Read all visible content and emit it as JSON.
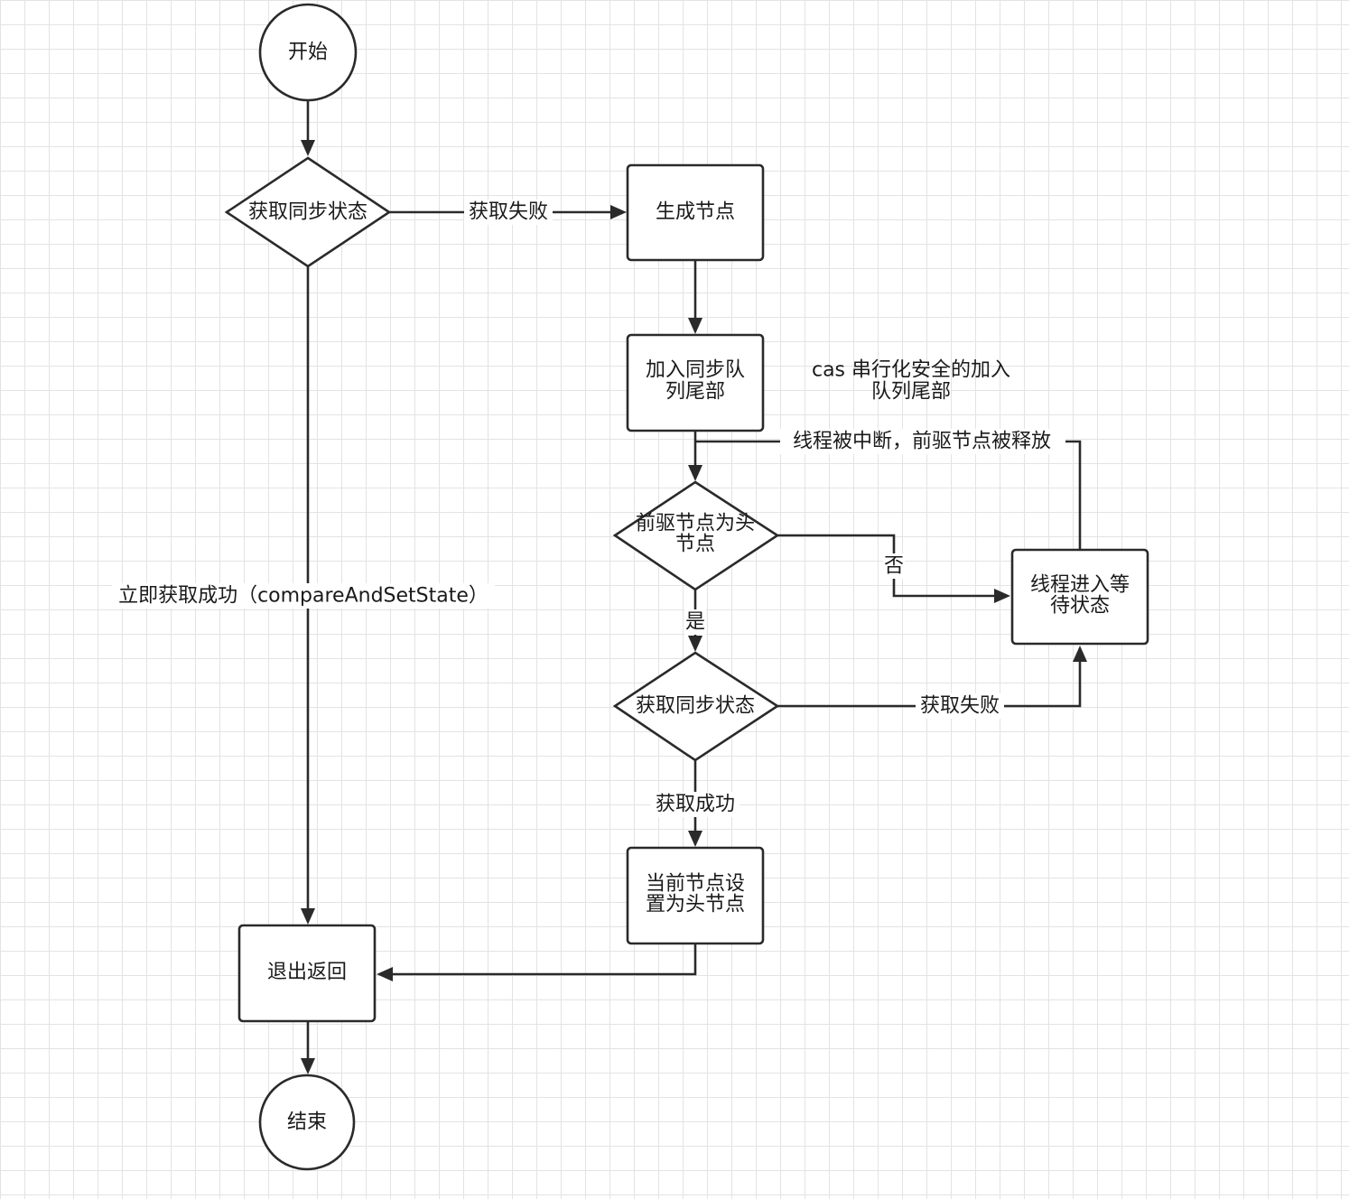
{
  "nodes": {
    "start": "开始",
    "get_state_1": "获取同步状态",
    "create_node": "生成节点",
    "enqueue_line1": "加入同步队",
    "enqueue_line2": "列尾部",
    "pred_is_head_line1": "前驱节点为头",
    "pred_is_head_line2": "节点",
    "wait_line1": "线程进入等",
    "wait_line2": "待状态",
    "get_state_2": "获取同步状态",
    "set_head_line1": "当前节点设",
    "set_head_line2": "置为头节点",
    "exit": "退出返回",
    "end": "结束"
  },
  "edge_labels": {
    "acquire_fail_1": "获取失败",
    "cas_note_line1": "cas 串行化安全的加入",
    "cas_note_line2": "队列尾部",
    "interrupted": "线程被中断，前驱节点被释放",
    "no": "否",
    "yes": "是",
    "acquire_fail_2": "获取失败",
    "acquire_success": "获取成功",
    "immediate_success": "立即获取成功（compareAndSetState）"
  }
}
